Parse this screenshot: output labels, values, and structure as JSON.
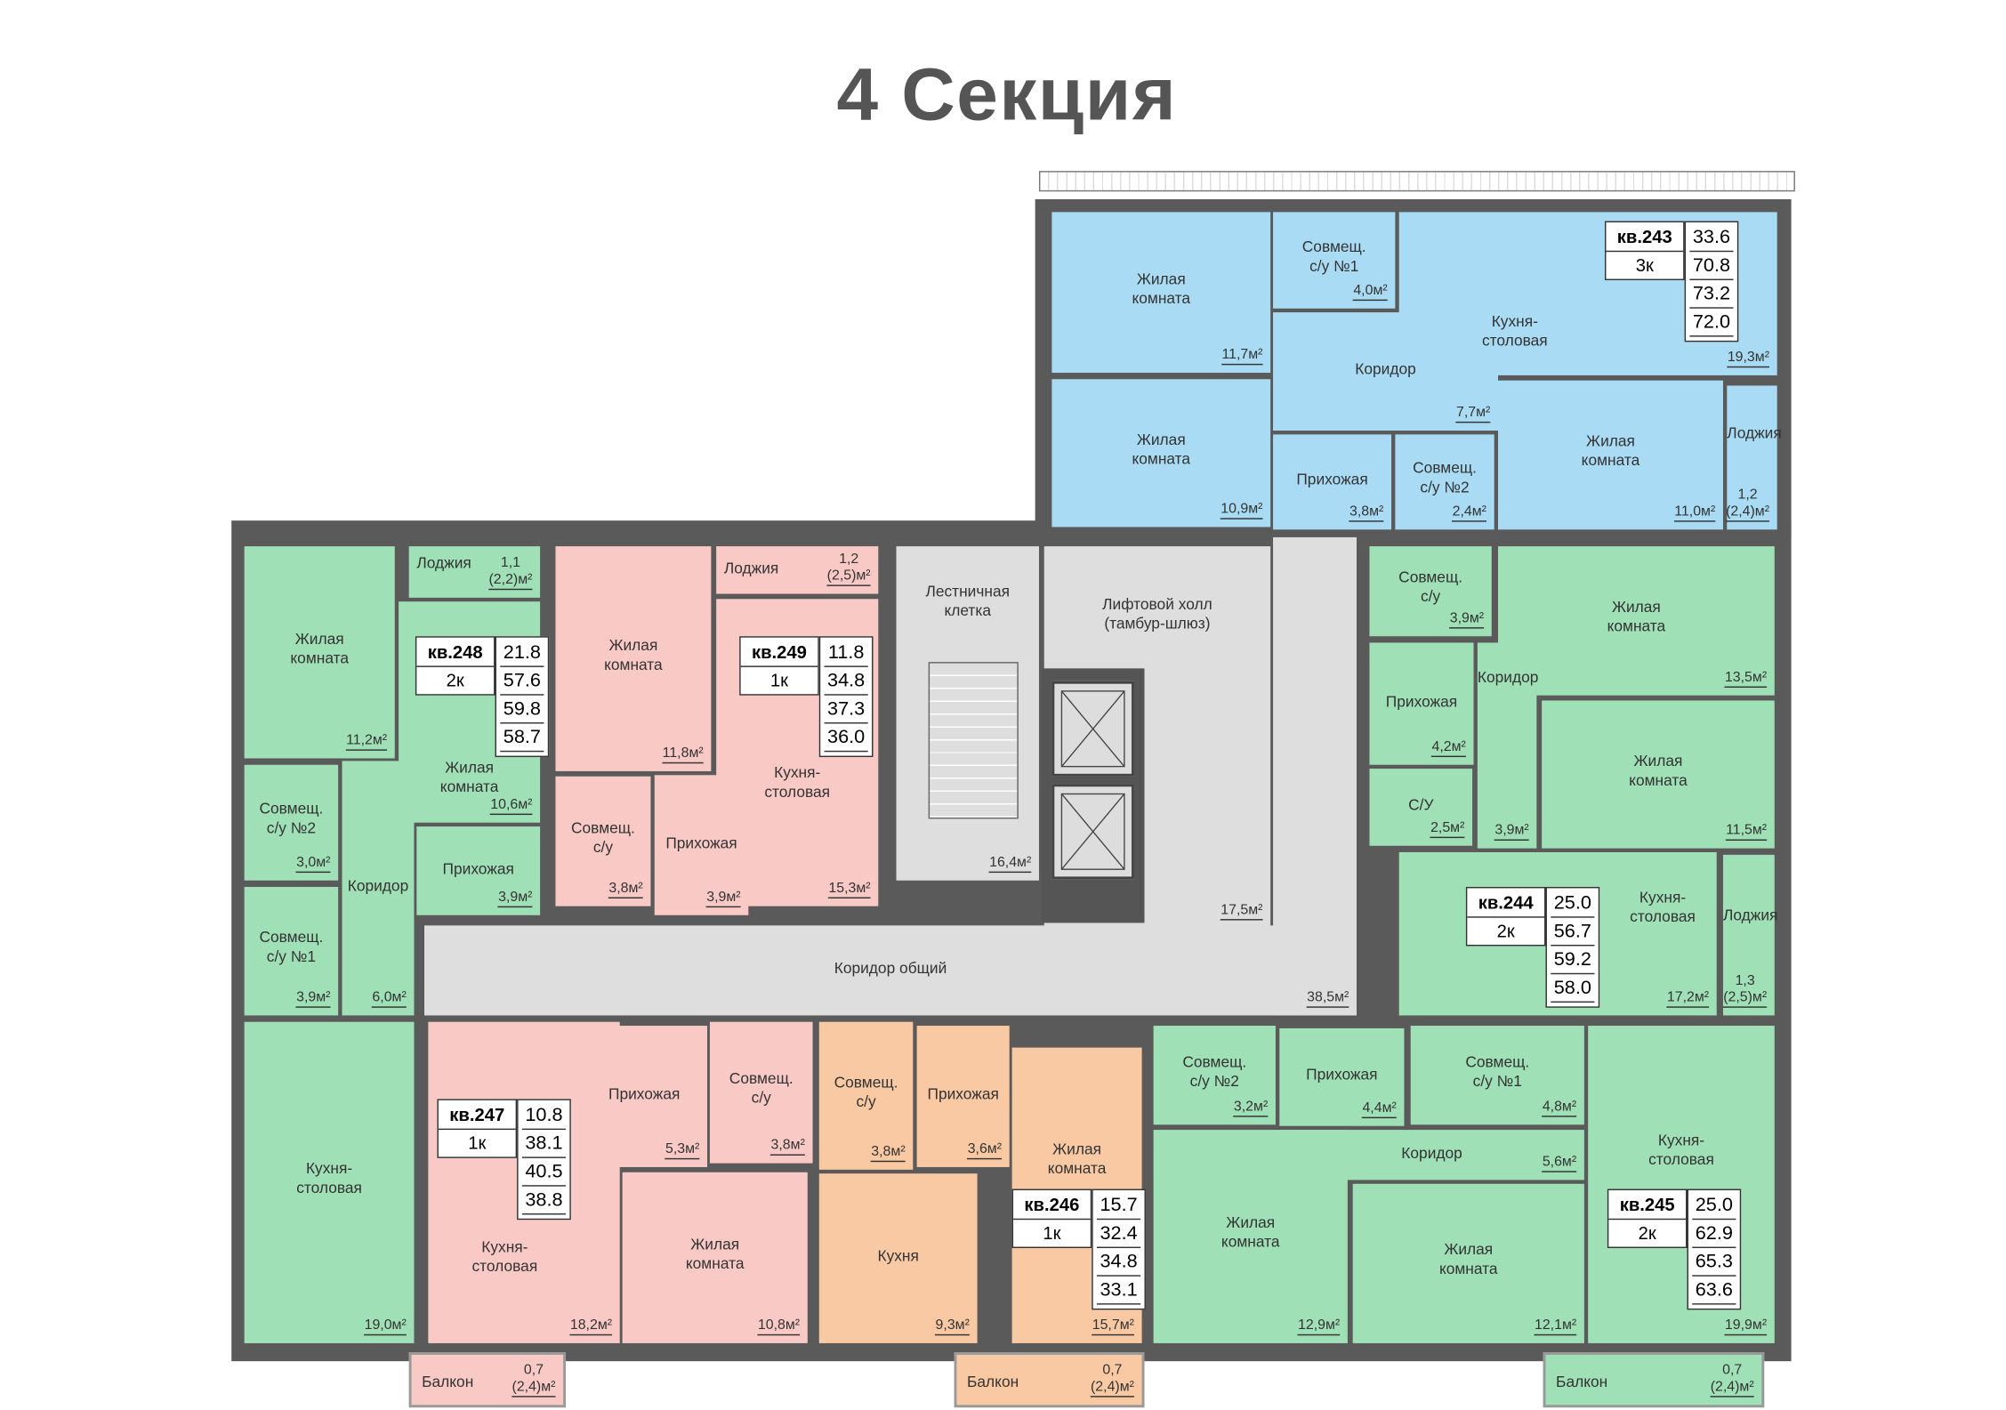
{
  "title": "4 Секция",
  "colors": {
    "blue": "#a9dcf4",
    "green": "#9fe0b6",
    "pink": "#f9c9c6",
    "orange": "#f9c9a3",
    "common": "#dedede",
    "wall": "#5a5a5a"
  },
  "apartments": [
    {
      "number": "кв.243",
      "type": "3к",
      "areas": [
        "33.6",
        "70.8",
        "73.2",
        "72.0"
      ],
      "color": "blue",
      "rooms": [
        {
          "name": "Жилая\nкомната",
          "area": "11,7м²"
        },
        {
          "name": "Жилая\nкомната",
          "area": "10,9м²"
        },
        {
          "name": "Совмещ.\nс/у №1",
          "area": "4,0м²"
        },
        {
          "name": "Кухня-\nстоловая",
          "area": "19,3м²"
        },
        {
          "name": "Коридор",
          "area": "7,7м²"
        },
        {
          "name": "Прихожая",
          "area": "3,8м²"
        },
        {
          "name": "Совмещ.\nс/у №2",
          "area": "2,4м²"
        },
        {
          "name": "Жилая\nкомната",
          "area": "11,0м²"
        },
        {
          "name": "Лоджия",
          "area": "1,2\n(2,4)м²"
        }
      ]
    },
    {
      "number": "кв.248",
      "type": "2к",
      "areas": [
        "21.8",
        "57.6",
        "59.8",
        "58.7"
      ],
      "color": "green",
      "rooms": [
        {
          "name": "Жилая\nкомната",
          "area": "11,2м²"
        },
        {
          "name": "Лоджия",
          "area": "1,1\n(2,2)м²"
        },
        {
          "name": "Жилая\nкомната",
          "area": "10,6м²"
        },
        {
          "name": "Совмещ.\nс/у №2",
          "area": "3,0м²"
        },
        {
          "name": "Коридор",
          "area": "6,0м²"
        },
        {
          "name": "Прихожая",
          "area": "3,9м²"
        },
        {
          "name": "Совмещ.\nс/у №1",
          "area": "3,9м²"
        },
        {
          "name": "Кухня-\nстоловая",
          "area": "19,0м²"
        }
      ]
    },
    {
      "number": "кв.249",
      "type": "1к",
      "areas": [
        "11.8",
        "34.8",
        "37.3",
        "36.0"
      ],
      "color": "pink",
      "rooms": [
        {
          "name": "Жилая\nкомната",
          "area": "11,8м²"
        },
        {
          "name": "Лоджия",
          "area": "1,2\n(2,5)м²"
        },
        {
          "name": "Кухня-\nстоловая",
          "area": "15,3м²"
        },
        {
          "name": "Совмещ.\nс/у",
          "area": "3,8м²"
        },
        {
          "name": "Прихожая",
          "area": "3,9м²"
        }
      ]
    },
    {
      "number": "кв.244",
      "type": "2к",
      "areas": [
        "25.0",
        "56.7",
        "59.2",
        "58.0"
      ],
      "color": "green",
      "rooms": [
        {
          "name": "Совмещ.\nс/у",
          "area": "3,9м²"
        },
        {
          "name": "Жилая\nкомната",
          "area": "13,5м²"
        },
        {
          "name": "Прихожая",
          "area": "4,2м²"
        },
        {
          "name": "Коридор",
          "area": "3,9м²"
        },
        {
          "name": "Жилая\nкомната",
          "area": "11,5м²"
        },
        {
          "name": "С/У",
          "area": "2,5м²"
        },
        {
          "name": "Кухня-\nстоловая",
          "area": "17,2м²"
        },
        {
          "name": "Лоджия",
          "area": "1,3\n(2,5)м²"
        }
      ]
    },
    {
      "number": "кв.247",
      "type": "1к",
      "areas": [
        "10.8",
        "38.1",
        "40.5",
        "38.8"
      ],
      "color": "pink",
      "rooms": [
        {
          "name": "Кухня-\nстоловая",
          "area": "18,2м²"
        },
        {
          "name": "Прихожая",
          "area": "5,3м²"
        },
        {
          "name": "Совмещ.\nс/у",
          "area": "3,8м²"
        },
        {
          "name": "Жилая\nкомната",
          "area": "10,8м²"
        },
        {
          "name": "Балкон",
          "area": "0,7\n(2,4)м²"
        }
      ]
    },
    {
      "number": "кв.246",
      "type": "1к",
      "areas": [
        "15.7",
        "32.4",
        "34.8",
        "33.1"
      ],
      "color": "orange",
      "rooms": [
        {
          "name": "Совмещ.\nс/у",
          "area": "3,8м²"
        },
        {
          "name": "Прихожая",
          "area": "3,6м²"
        },
        {
          "name": "Кухня",
          "area": "9,3м²"
        },
        {
          "name": "Жилая\nкомната",
          "area": "15,7м²"
        },
        {
          "name": "Балкон",
          "area": "0,7\n(2,4)м²"
        }
      ]
    },
    {
      "number": "кв.245",
      "type": "2к",
      "areas": [
        "25.0",
        "62.9",
        "65.3",
        "63.6"
      ],
      "color": "green",
      "rooms": [
        {
          "name": "Совмещ.\nс/у №2",
          "area": "3,2м²"
        },
        {
          "name": "Прихожая",
          "area": "4,4м²"
        },
        {
          "name": "Совмещ.\nс/у №1",
          "area": "4,8м²"
        },
        {
          "name": "Коридор",
          "area": "5,6м²"
        },
        {
          "name": "Жилая\nкомната",
          "area": "12,9м²"
        },
        {
          "name": "Жилая\nкомната",
          "area": "12,1м²"
        },
        {
          "name": "Кухня-\nстоловая",
          "area": "19,9м²"
        },
        {
          "name": "Балкон",
          "area": "0,7\n(2,4)м²"
        }
      ]
    }
  ],
  "common": [
    {
      "name": "Лестничная\nклетка",
      "area": "16,4м²"
    },
    {
      "name": "Лифтовой холл\n(тамбур-шлюз)",
      "area": "17,5м²"
    },
    {
      "name": "Коридор общий",
      "area": "38,5м²"
    }
  ]
}
